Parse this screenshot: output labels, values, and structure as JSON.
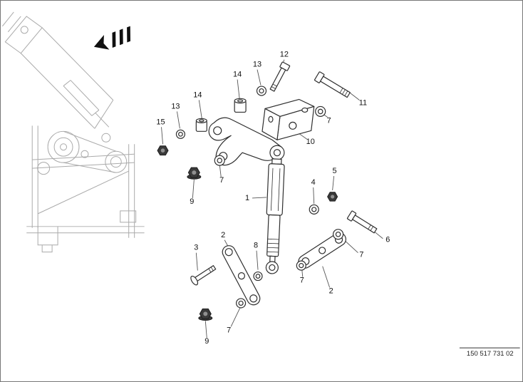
{
  "figure": {
    "drawing_number": "150 517 731 02",
    "callouts": [
      {
        "label": "12"
      },
      {
        "label": "13"
      },
      {
        "label": "14"
      },
      {
        "label": "11"
      },
      {
        "label": "7"
      },
      {
        "label": "14"
      },
      {
        "label": "13"
      },
      {
        "label": "15"
      },
      {
        "label": "10"
      },
      {
        "label": "7"
      },
      {
        "label": "9"
      },
      {
        "label": "1"
      },
      {
        "label": "5"
      },
      {
        "label": "4"
      },
      {
        "label": "6"
      },
      {
        "label": "7"
      },
      {
        "label": "2"
      },
      {
        "label": "2"
      },
      {
        "label": "3"
      },
      {
        "label": "8"
      },
      {
        "label": "7"
      },
      {
        "label": "7"
      },
      {
        "label": "9"
      }
    ]
  }
}
